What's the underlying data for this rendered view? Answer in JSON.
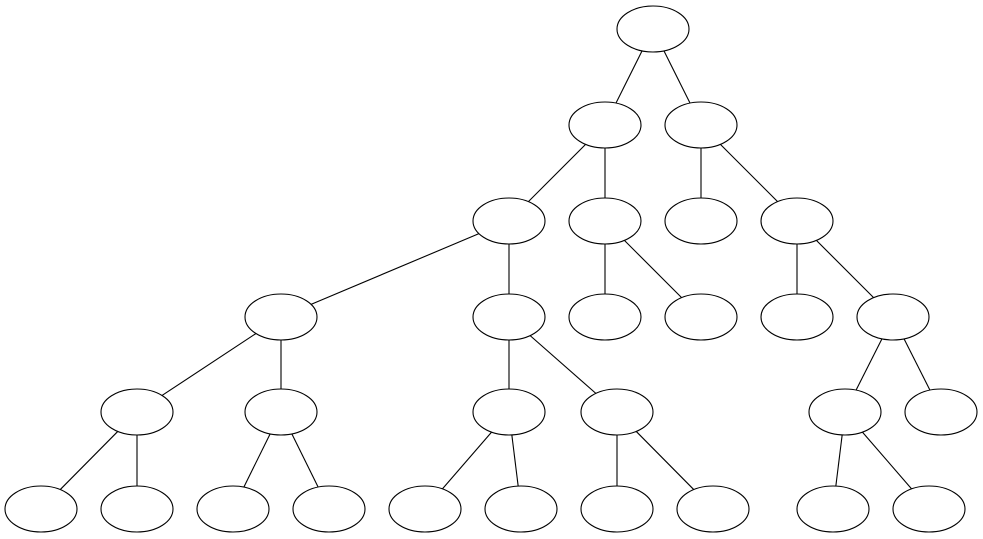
{
  "diagram": {
    "type": "tree",
    "node_shape": "ellipse",
    "node_labels_visible": false,
    "colors": {
      "stroke": "#000000",
      "fill": "#ffffff",
      "background": "#ffffff"
    },
    "nodes": [
      "n0",
      "n1",
      "n2",
      "n3",
      "n4",
      "n5",
      "n6",
      "n7",
      "n8",
      "n9",
      "n10",
      "n11",
      "n12",
      "n13",
      "n14",
      "n15",
      "n16",
      "n17",
      "n18",
      "n19",
      "n20",
      "n21",
      "n22",
      "n23",
      "n24",
      "n25",
      "n26",
      "n27",
      "n28"
    ],
    "edges": [
      [
        "n0",
        "n1"
      ],
      [
        "n0",
        "n2"
      ],
      [
        "n1",
        "n3"
      ],
      [
        "n1",
        "n4"
      ],
      [
        "n2",
        "n5"
      ],
      [
        "n2",
        "n6"
      ],
      [
        "n3",
        "n7"
      ],
      [
        "n3",
        "n8"
      ],
      [
        "n4",
        "n9"
      ],
      [
        "n4",
        "n10"
      ],
      [
        "n6",
        "n11"
      ],
      [
        "n6",
        "n12"
      ],
      [
        "n7",
        "n13"
      ],
      [
        "n7",
        "n14"
      ],
      [
        "n8",
        "n15"
      ],
      [
        "n8",
        "n16"
      ],
      [
        "n12",
        "n17"
      ],
      [
        "n12",
        "n18"
      ],
      [
        "n13",
        "n19"
      ],
      [
        "n13",
        "n20"
      ],
      [
        "n14",
        "n21"
      ],
      [
        "n14",
        "n22"
      ],
      [
        "n15",
        "n23"
      ],
      [
        "n15",
        "n24"
      ],
      [
        "n16",
        "n25"
      ],
      [
        "n16",
        "n26"
      ],
      [
        "n17",
        "n27"
      ],
      [
        "n17",
        "n28"
      ]
    ]
  }
}
